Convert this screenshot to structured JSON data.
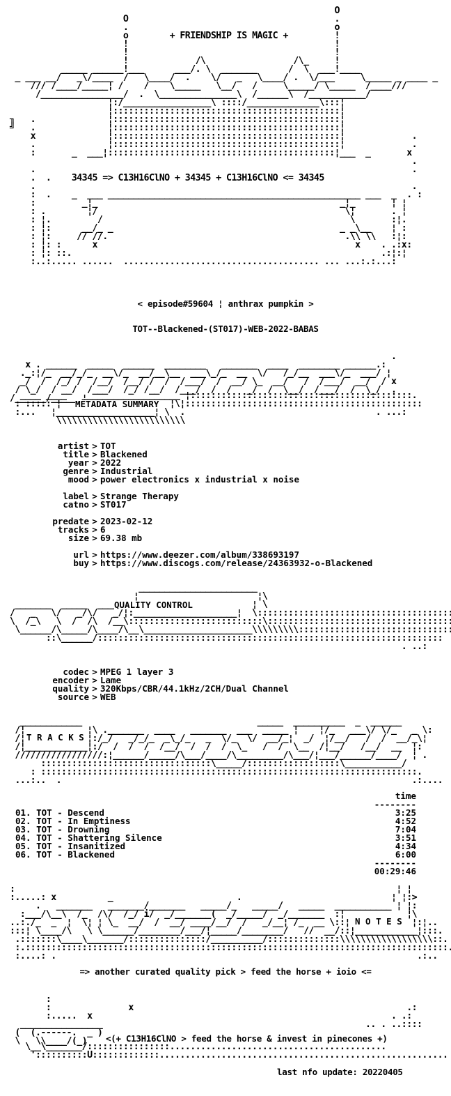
{
  "header": {
    "friendship": "+ FRIENDSHIP IS MAGIC +",
    "formula": "34345 => C13H16ClNO + 34345 + C13H16ClNO <= 34345"
  },
  "episode": "< episode#59604 ¦ anthrax pumpkin >",
  "release_name": "TOT--Blackened-(ST017)-WEB-2022-BABAS",
  "sections": {
    "metadata": "METADATA SUMMARY",
    "quality": "QUALITY CONTROL",
    "tracks": "T R A C K S",
    "notes": "N O T E S"
  },
  "metadata": [
    {
      "k": "artist",
      "v": "TOT"
    },
    {
      "k": "title",
      "v": "Blackened"
    },
    {
      "k": "year",
      "v": "2022"
    },
    {
      "k": "genre",
      "v": "Industrial"
    },
    {
      "k": "mood",
      "v": "power electronics x industrial x noise"
    },
    {
      "k": "label",
      "v": "Strange Therapy"
    },
    {
      "k": "catno",
      "v": "ST017"
    },
    {
      "k": "predate",
      "v": "2023-02-12"
    },
    {
      "k": "tracks",
      "v": "6"
    },
    {
      "k": "size",
      "v": "69.38 mb"
    },
    {
      "k": "url",
      "v": "https://www.deezer.com/album/338693197"
    },
    {
      "k": "buy",
      "v": "https://www.discogs.com/release/24363932-o-Blackened"
    }
  ],
  "quality": [
    {
      "k": "codec",
      "v": "MPEG 1 layer 3"
    },
    {
      "k": "encoder",
      "v": "Lame"
    },
    {
      "k": "quality",
      "v": "320Kbps/CBR/44.1kHz/2CH/Dual Channel"
    },
    {
      "k": "source",
      "v": "WEB"
    }
  ],
  "tracklist": {
    "time_header": "time",
    "rule": "--------",
    "items": [
      {
        "n": "01. TOT - Descend",
        "t": "3:25"
      },
      {
        "n": "02. TOT - In Emptiness",
        "t": "4:52"
      },
      {
        "n": "03. TOT - Drowning",
        "t": "7:04"
      },
      {
        "n": "04. TOT - Shattering Silence",
        "t": "3:51"
      },
      {
        "n": "05. TOT - Insanitized",
        "t": "4:34"
      },
      {
        "n": "06. TOT - Blackened",
        "t": "6:00"
      }
    ],
    "total": "00:29:46"
  },
  "notes_line": "=> another curated quality pick > feed the horse + ioio <=",
  "footer": {
    "pinecones": "<(+ C13H16ClNO > feed the horse & invest in pinecones +)",
    "last_update": "last nfo update: 20220405"
  }
}
